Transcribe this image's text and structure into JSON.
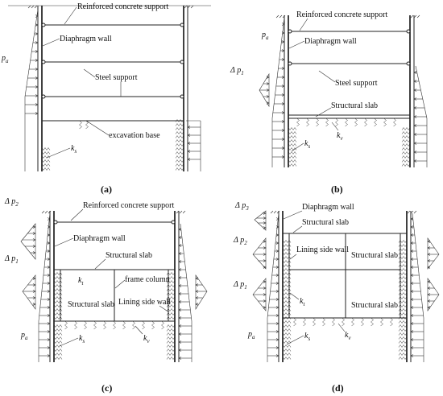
{
  "colors": {
    "line": "#222222",
    "background": "#ffffff"
  },
  "panels": {
    "a": {
      "caption": "(a)",
      "labels": {
        "reinforced_support": "Reinforced concrete support",
        "diaphragm_wall": "Diaphragm wall",
        "steel_support": "Steel support",
        "excavation_base": "excavation base",
        "pa": "p",
        "pa_sub": "a",
        "ks": "k",
        "ks_sub": "s"
      }
    },
    "b": {
      "caption": "(b)",
      "labels": {
        "reinforced_support": "Reinforced concrete support",
        "diaphragm_wall": "Diaphragm wall",
        "steel_support": "Steel support",
        "structural_slab": "Structural slab",
        "pa": "p",
        "pa_sub": "a",
        "dp1": "Δ p",
        "dp1_sub": "1",
        "ks": "k",
        "ks_sub": "s",
        "kv": "k",
        "kv_sub": "v"
      }
    },
    "c": {
      "caption": "(c)",
      "labels": {
        "reinforced_support": "Reinforced concrete support",
        "diaphragm_wall": "Diaphragm wall",
        "structural_slab_top": "Structural slab",
        "frame_column": "frame column",
        "structural_slab_left": "Structural slab",
        "lining_side_wall": "Lining side wall",
        "dp2": "Δ p",
        "dp2_sub": "2",
        "dp1": "Δ p",
        "dp1_sub": "1",
        "kt": "k",
        "kt_sub": "t",
        "pa": "p",
        "pa_sub": "a",
        "ks": "k",
        "ks_sub": "s",
        "kv": "k",
        "kv_sub": "v"
      }
    },
    "d": {
      "caption": "(d)",
      "labels": {
        "diaphragm_wall": "Diaphragm wall",
        "structural_slab_top": "Structural slab",
        "lining_side_wall": "Lining side wall",
        "structural_slab_mid": "Structural slab",
        "structural_slab_bot": "Structural slab",
        "dp3": "Δ p",
        "dp3_sub": "3",
        "dp2": "Δ p",
        "dp2_sub": "2",
        "dp1": "Δ p",
        "dp1_sub": "1",
        "kt": "k",
        "kt_sub": "t",
        "pa": "p",
        "pa_sub": "a",
        "ks": "k",
        "ks_sub": "s",
        "kv": "k",
        "kv_sub": "v"
      }
    }
  }
}
